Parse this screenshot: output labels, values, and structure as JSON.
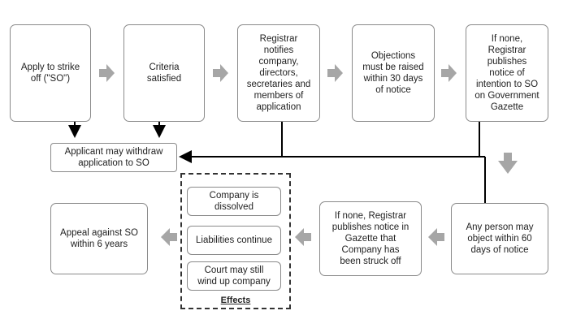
{
  "steps": {
    "apply": "Apply to strike\noff (\"SO\")",
    "criteria": "Criteria\nsatisfied",
    "registrar_notifies": "Registrar\nnotifies\ncompany,\ndirectors,\nsecretaries and\nmembers of\napplication",
    "objections": "Objections\nmust be raised\nwithin 30 days\nof notice",
    "if_none_publishes": "If none,\nRegistrar\npublishes\nnotice of\nintention to SO\non Government\nGazette",
    "withdraw": "Applicant may withdraw\napplication to SO",
    "any_person": "Any person may\nobject within 60\ndays of notice",
    "struck_off": "If none, Registrar\npublishes notice in\nGazette that\nCompany has\nbeen struck off",
    "appeal": "Appeal against SO\nwithin 6 years"
  },
  "effects": {
    "title": "Effects",
    "items": [
      "Company is\ndissolved",
      "Liabilities continue",
      "Court may still\nwind up company"
    ]
  },
  "colors": {
    "box_border": "#8a8a8a",
    "arrow_fill": "#a6a6a6",
    "line": "#000000"
  }
}
